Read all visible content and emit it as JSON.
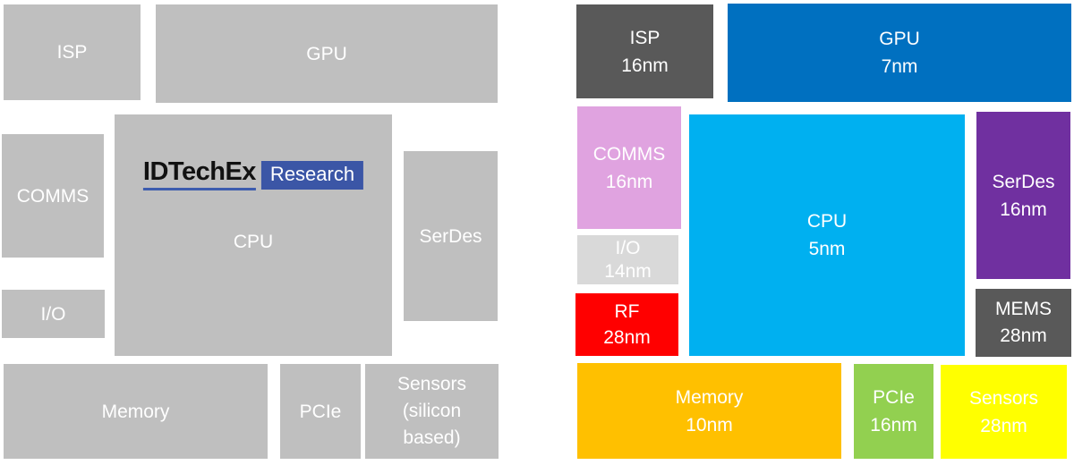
{
  "left_panel": {
    "name": "monolithic-soc",
    "block_color": "#BFBFBF",
    "text_color": "#FFFFFF",
    "blocks": {
      "isp": {
        "label": "ISP"
      },
      "gpu": {
        "label": "GPU"
      },
      "comms": {
        "label": "COMMS"
      },
      "cpu": {
        "label": "CPU"
      },
      "serdes": {
        "label": "SerDes"
      },
      "io": {
        "label": "I/O"
      },
      "memory": {
        "label": "Memory"
      },
      "pcie": {
        "label": "PCIe"
      },
      "sensors": {
        "label": "Sensors (silicon based)"
      }
    },
    "logo": {
      "brand": "IDTechEx",
      "tag": "Research",
      "brand_text_color": "#111111",
      "underline_color": "#3D5CAE",
      "tag_bg_color": "#3B56A6",
      "tag_text_color": "#FFFFFF"
    }
  },
  "right_panel": {
    "name": "chiplet-soc-by-process-node",
    "text_color": "#FFFFFF",
    "blocks": {
      "isp": {
        "label": "ISP",
        "node": "16nm",
        "color": "#595959"
      },
      "gpu": {
        "label": "GPU",
        "node": "7nm",
        "color": "#0070C0"
      },
      "comms": {
        "label": "COMMS",
        "node": "16nm",
        "color": "#E0A3E0"
      },
      "cpu": {
        "label": "CPU",
        "node": "5nm",
        "color": "#00B0F0"
      },
      "serdes": {
        "label": "SerDes",
        "node": "16nm",
        "color": "#7030A0"
      },
      "io": {
        "label": "I/O",
        "node": "14nm",
        "color": "#D9D9D9"
      },
      "rf": {
        "label": "RF",
        "node": "28nm",
        "color": "#FF0000"
      },
      "mems": {
        "label": "MEMS",
        "node": "28nm",
        "color": "#595959"
      },
      "memory": {
        "label": "Memory",
        "node": "10nm",
        "color": "#FFC000"
      },
      "pcie": {
        "label": "PCIe",
        "node": "16nm",
        "color": "#92D050"
      },
      "sensors": {
        "label": "Sensors",
        "node": "28nm",
        "color": "#FFFF00"
      }
    }
  }
}
